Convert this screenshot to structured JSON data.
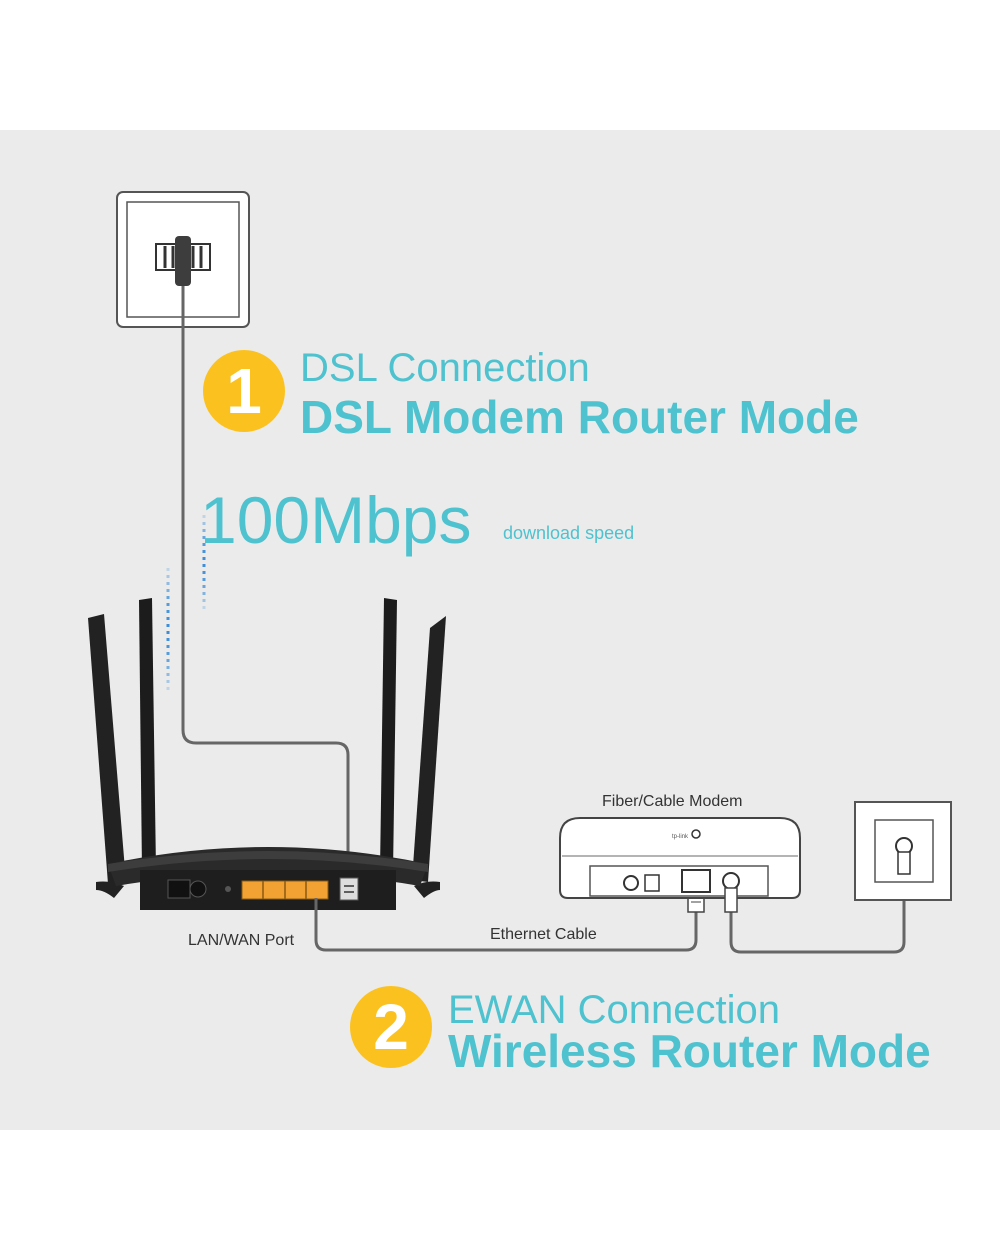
{
  "dsl": {
    "number": "1",
    "connection": "DSL Connection",
    "mode": "DSL Modem Router Mode"
  },
  "speed": {
    "value": "100Mbps",
    "caption": "download speed"
  },
  "ewan": {
    "number": "2",
    "connection": "EWAN Connection",
    "mode": "Wireless Router Mode"
  },
  "labels": {
    "lan_wan_port": "LAN/WAN Port",
    "ethernet_cable": "Ethernet Cable",
    "modem": "Fiber/Cable Modem"
  },
  "colors": {
    "accent_teal": "#4ec2cf",
    "badge_yellow": "#fbc21f",
    "port_orange": "#f2a233",
    "background": "#ebebeb"
  },
  "icons": [
    "phone-wall-socket-icon",
    "router-icon",
    "modem-icon",
    "coax-wall-socket-icon",
    "signal-dots-icon"
  ]
}
